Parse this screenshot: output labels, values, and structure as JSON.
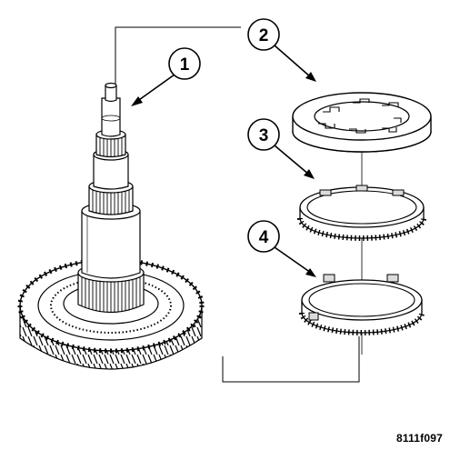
{
  "callouts": [
    {
      "id": "1",
      "label": "1",
      "target": "mainshaft"
    },
    {
      "id": "2",
      "label": "2",
      "target": "outer-ring"
    },
    {
      "id": "3",
      "label": "3",
      "target": "middle-ring"
    },
    {
      "id": "4",
      "label": "4",
      "target": "inner-ring"
    }
  ],
  "figure_code": "8111f097",
  "colors": {
    "line": "#000000",
    "background": "#ffffff",
    "shade": "#dcdcdc"
  }
}
